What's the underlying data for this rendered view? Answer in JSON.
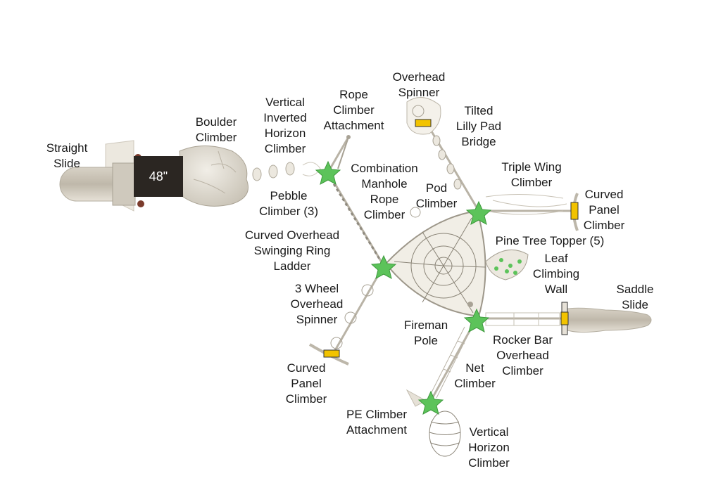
{
  "platform": {
    "height_label": "48\""
  },
  "labels": {
    "straight_slide": "Straight\nSlide",
    "boulder_climber": "Boulder\nClimber",
    "vertical_inverted_horizon_climber": "Vertical\nInverted\nHorizon\nClimber",
    "rope_climber_attachment": "Rope\nClimber\nAttachment",
    "overhead_spinner": "Overhead\nSpinner",
    "tilted_lilly_pad_bridge": "Tilted\nLilly Pad\nBridge",
    "combination_manhole_rope_climber": "Combination\nManhole\nRope\nClimber",
    "pod_climber": "Pod\nClimber",
    "triple_wing_climber": "Triple Wing\nClimber",
    "curved_panel_climber_right": "Curved\nPanel\nClimber",
    "pebble_climber": "Pebble\nClimber (3)",
    "curved_overhead_swinging_ring_ladder": "Curved Overhead\nSwinging Ring\nLadder",
    "pine_tree_topper": "Pine Tree Topper (5)",
    "leaf_climbing_wall": "Leaf\nClimbing\nWall",
    "saddle_slide": "Saddle\nSlide",
    "three_wheel_overhead_spinner": "3 Wheel\nOverhead\nSpinner",
    "fireman_pole": "Fireman\nPole",
    "rocker_bar_overhead_climber": "Rocker Bar\nOverhead\nClimber",
    "net_climber": "Net\nClimber",
    "curved_panel_climber_left": "Curved\nPanel\nClimber",
    "pe_climber_attachment": "PE Climber\nAttachment",
    "vertical_horizon_climber": "Vertical\nHorizon\nClimber"
  },
  "colors": {
    "topper_green": "#5cc35a",
    "frame_beige": "#e8e2d6",
    "frame_stroke": "#a8a295",
    "accent_yellow": "#f2c300",
    "boulder": "#e4dfd4",
    "deck_dark": "#2b2622"
  }
}
